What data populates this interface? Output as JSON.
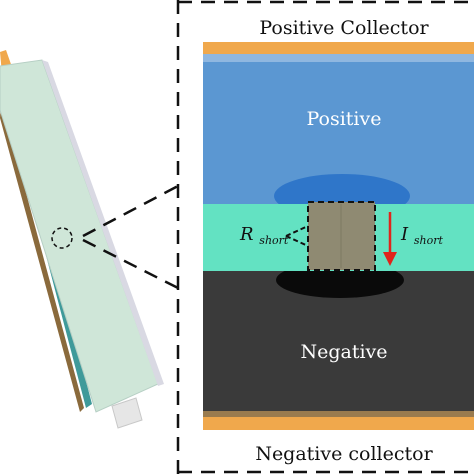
{
  "labels": {
    "positive_collector": "Positive Collector",
    "positive": "Positive",
    "negative": "Negative",
    "negative_collector": "Negative collector",
    "r_short_main": "R",
    "r_short_sub": "short",
    "i_short_main": "I",
    "i_short_sub": "short"
  },
  "colors": {
    "positive_collector": "#f0a84c",
    "positive_electrode": "#5b97d2",
    "separator": "#63e2c2",
    "negative_electrode": "#3a3a3a",
    "negative_collector": "#f0a84c",
    "short_block": "#8f8a72",
    "current_arrow": "#e0241b",
    "cell_body": "#cfe6d8",
    "callout_border": "#222222"
  }
}
